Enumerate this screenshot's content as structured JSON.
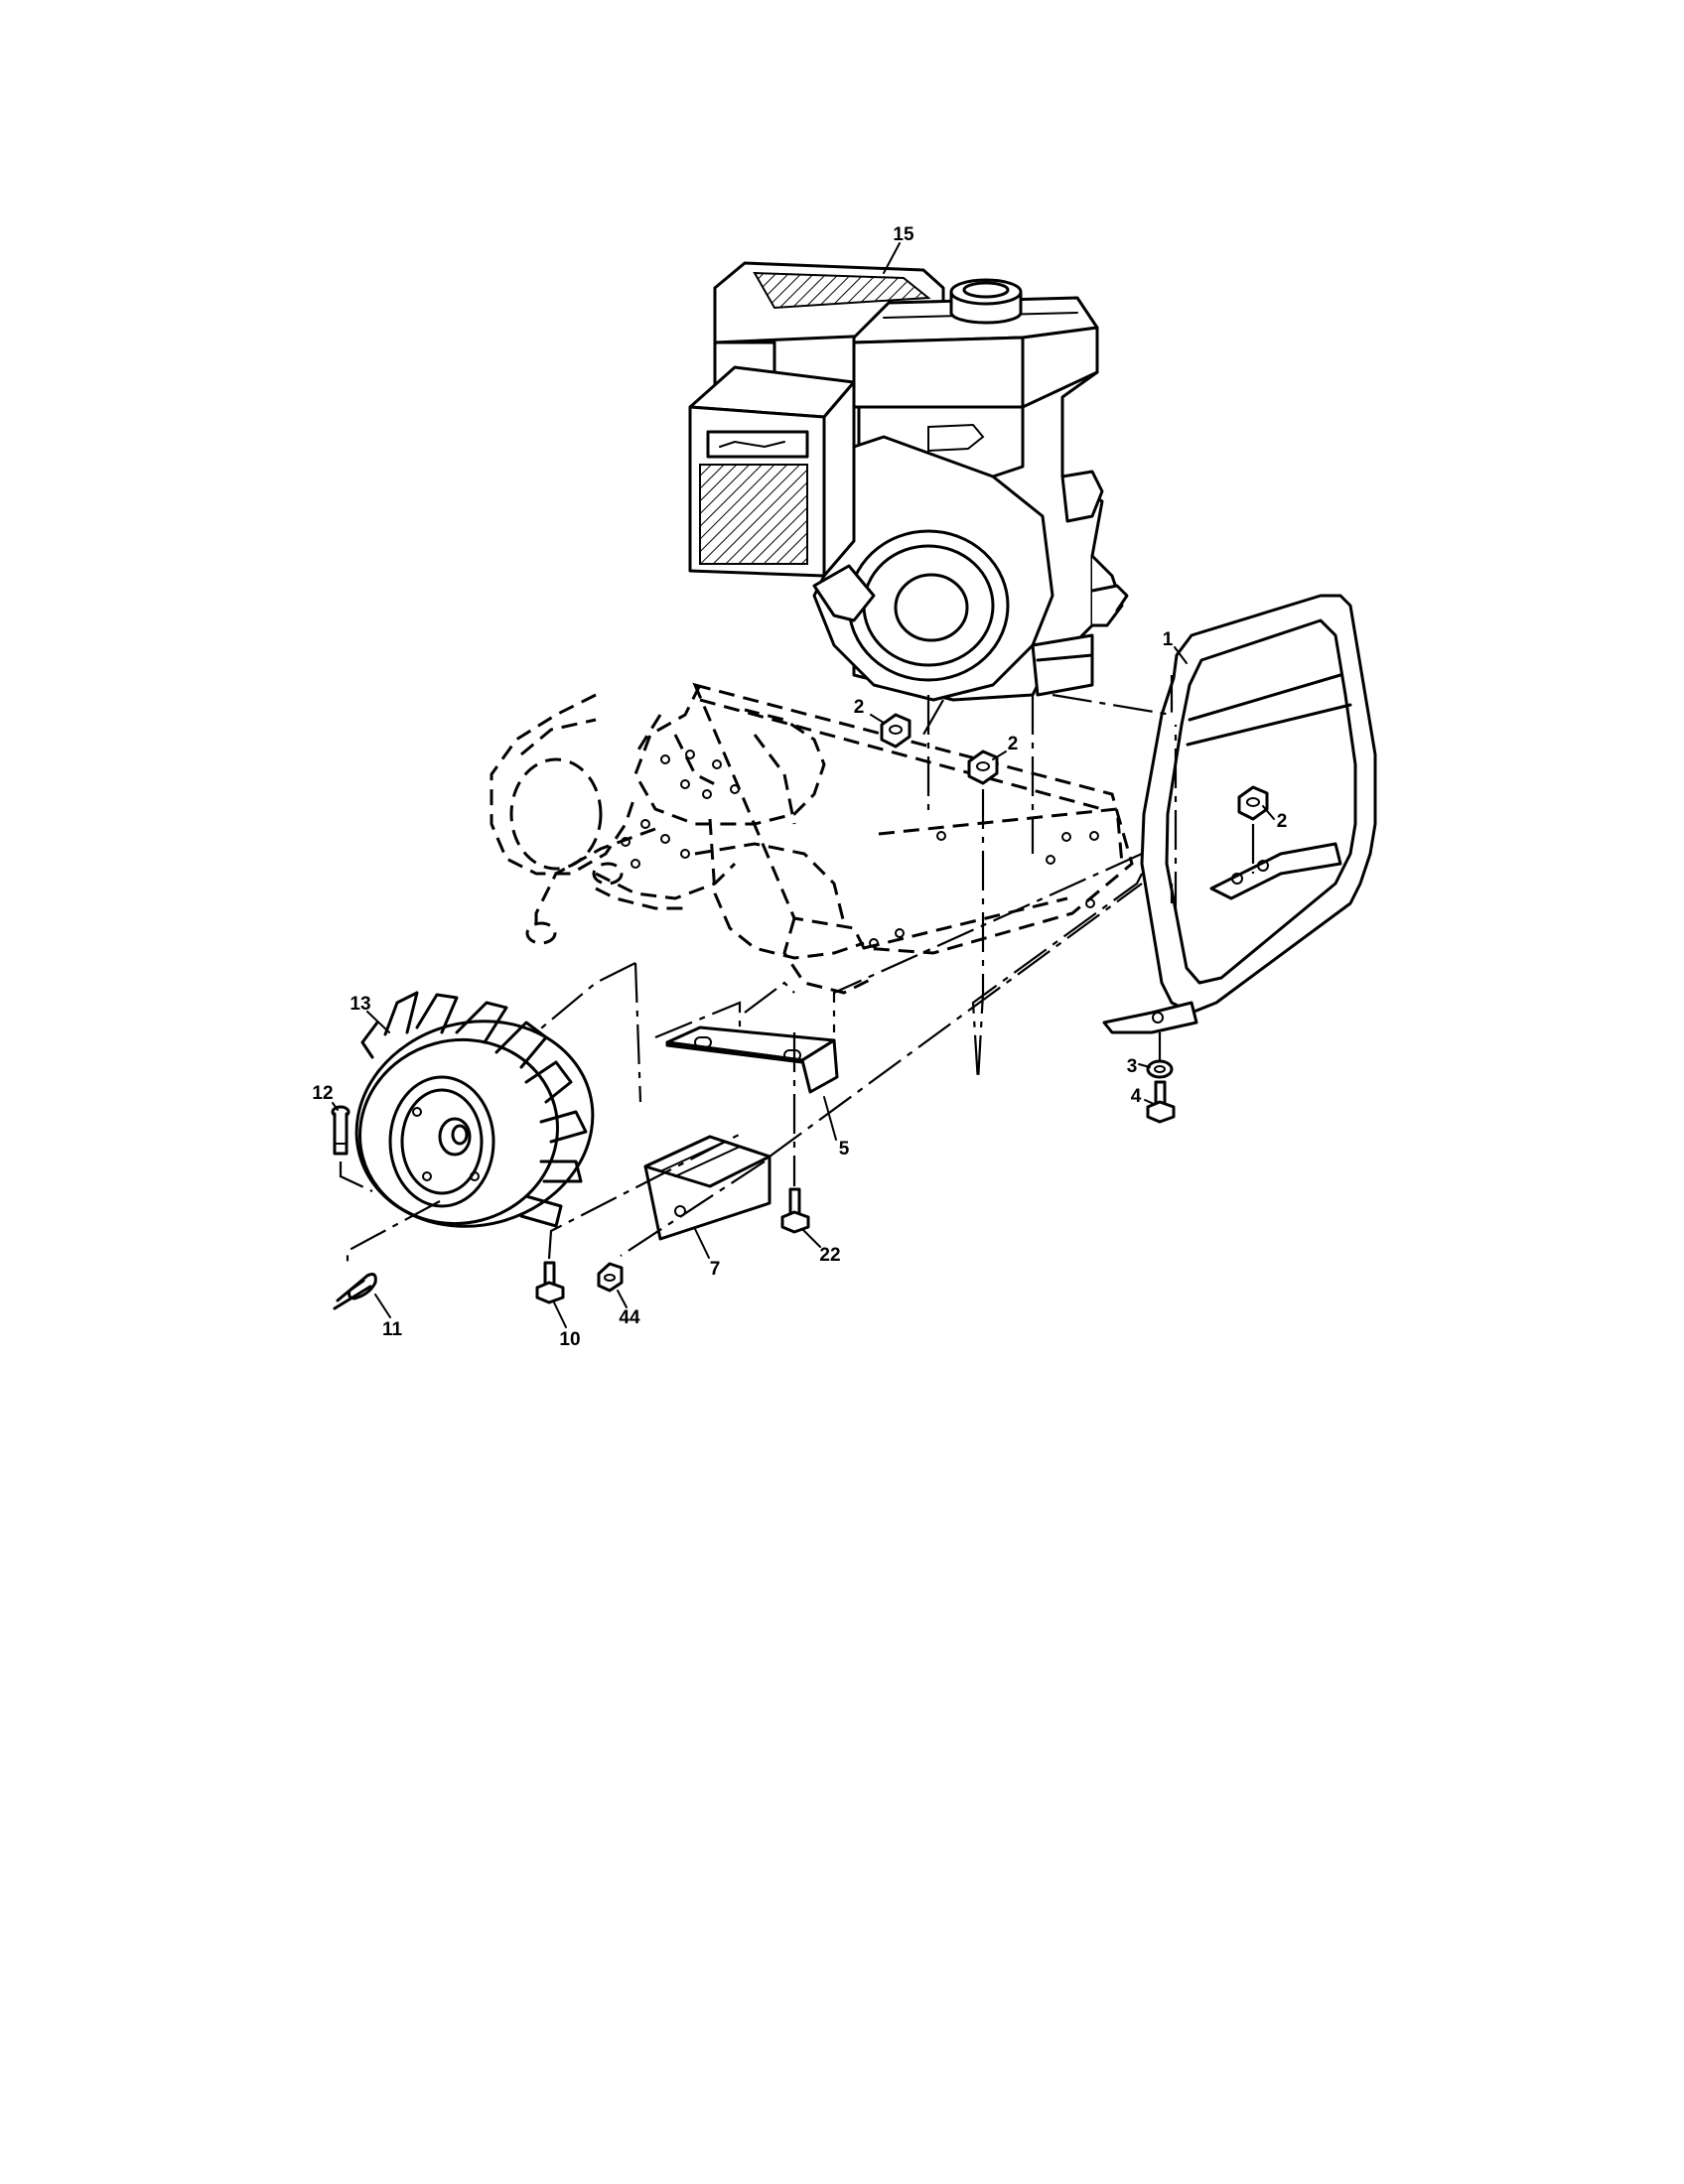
{
  "callouts": {
    "c1": "1",
    "c2a": "2",
    "c2b": "2",
    "c2c": "2",
    "c3": "3",
    "c4": "4",
    "c5": "5",
    "c7": "7",
    "c10": "10",
    "c11": "11",
    "c12": "12",
    "c13": "13",
    "c15": "15",
    "c22": "22",
    "c44": "44"
  }
}
